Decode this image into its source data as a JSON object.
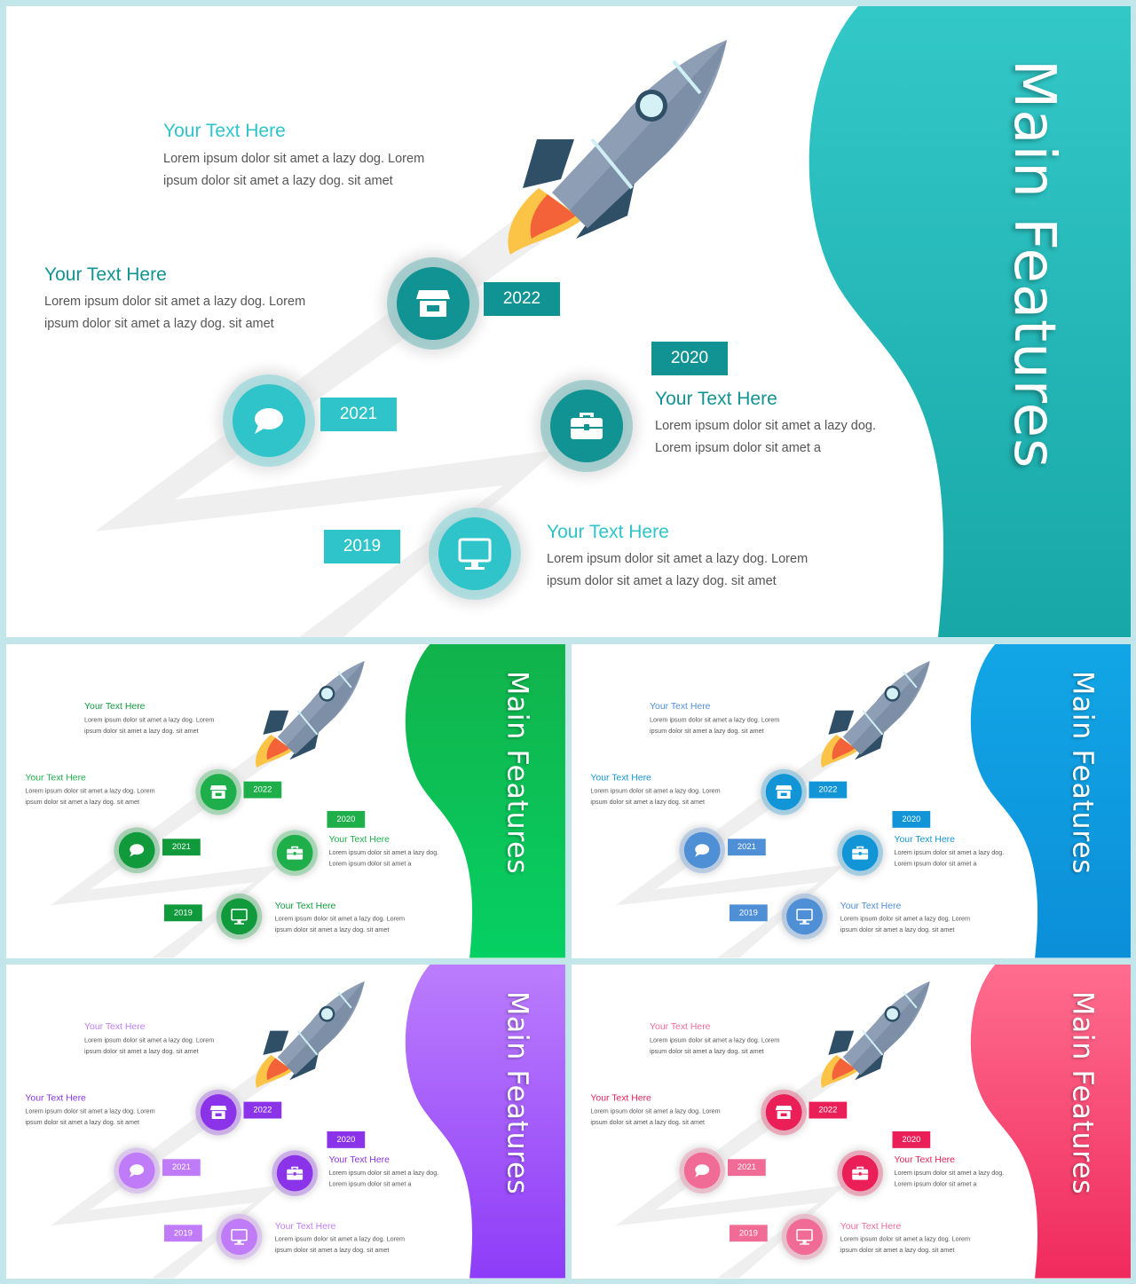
{
  "slide_title": "Main Features",
  "items": [
    {
      "title": "Your Text Here",
      "body": "Lorem ipsum dolor sit amet a lazy dog. Lorem ipsum dolor sit amet a lazy dog. sit amet",
      "icon": "none"
    },
    {
      "title": "Your Text Here",
      "body": "Lorem ipsum dolor sit amet a lazy dog. Lorem ipsum dolor sit amet a lazy dog. sit amet",
      "year": "2022",
      "icon": "store-icon"
    },
    {
      "title": "",
      "body": "",
      "year": "2021",
      "icon": "speech-bubble-icon"
    },
    {
      "title": "Your Text Here",
      "body": "Lorem ipsum dolor sit amet a lazy dog. Lorem ipsum dolor sit amet a",
      "year": "2020",
      "icon": "briefcase-icon"
    },
    {
      "title": "Your Text Here",
      "body": "Lorem ipsum dolor sit amet a lazy dog. Lorem ipsum dolor sit amet a lazy dog. sit amet",
      "year": "2019",
      "icon": "monitor-icon"
    }
  ],
  "themes": {
    "teal": {
      "panel_top": "#33c8c8",
      "panel_bottom": "#17a7a6",
      "accent_a": "#2ec4c9",
      "accent_b": "#129393"
    },
    "green": {
      "panel_top": "#11b24b",
      "panel_bottom": "#06d063",
      "accent_a": "#109a3c",
      "accent_b": "#1eaf4b"
    },
    "blue": {
      "panel_top": "#12a6e6",
      "panel_bottom": "#0b8fd8",
      "accent_a": "#4f8fd6",
      "accent_b": "#1295d7"
    },
    "purple": {
      "panel_top": "#bb7dfd",
      "panel_bottom": "#8e3cf7",
      "accent_a": "#c07cf8",
      "accent_b": "#8a33e8"
    },
    "pink": {
      "panel_top": "#ff6d8e",
      "panel_bottom": "#ef2a5c",
      "accent_a": "#f06b96",
      "accent_b": "#ea1f57"
    }
  }
}
